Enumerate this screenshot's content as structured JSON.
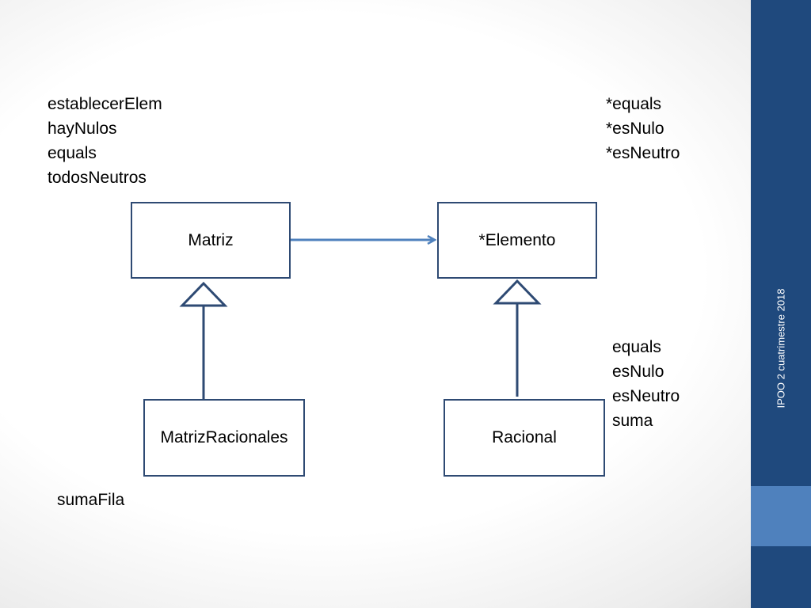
{
  "diagram": {
    "classes": {
      "matriz": "Matriz",
      "elemento": "*Elemento",
      "matriz_racionales": "MatrizRacionales",
      "racional": "Racional"
    },
    "methods": {
      "matriz": [
        "establecerElem",
        "hayNulos",
        "equals",
        "todosNeutros"
      ],
      "elemento": [
        "*equals",
        "*esNulo",
        "*esNeutro"
      ],
      "racional": [
        "equals",
        "esNulo",
        "esNeutro",
        "suma"
      ],
      "matriz_racionales": [
        "sumaFila"
      ]
    },
    "relations": [
      {
        "from": "Matriz",
        "to": "*Elemento",
        "type": "association"
      },
      {
        "from": "MatrizRacionales",
        "to": "Matriz",
        "type": "inheritance"
      },
      {
        "from": "Racional",
        "to": "*Elemento",
        "type": "inheritance"
      }
    ]
  },
  "footer": {
    "course_label": "IPOO 2 cuatrimestre 2018"
  },
  "colors": {
    "sidebar": "#1f497d",
    "sidebar_accent": "#4f81bd",
    "connector": "#4f81bd",
    "box_border": "#2e4a73"
  }
}
